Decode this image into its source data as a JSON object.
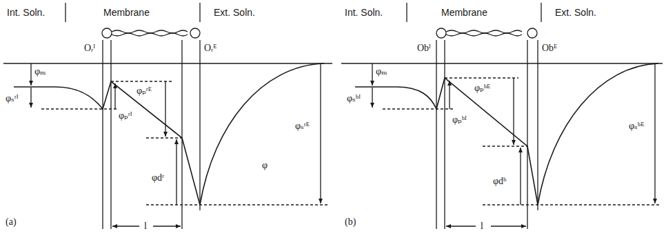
{
  "diagram": {
    "labels": [
      "Int. Soln.",
      "Membrane",
      "Ext. Soln.",
      "Oᵣᴵ",
      "Oᵣᴱ",
      "φₘ",
      "φₛʳᴵ",
      "φₚʳᴵ",
      "φₚʳᴱ",
      "φdʳ",
      "φₛʳᴱ",
      "φ",
      "(a)",
      "l",
      "Int. Soln.",
      "Membrane",
      "Ext. Soln.",
      "Obᴵ",
      "Obᴱ",
      "φₘ",
      "φₛᵇᴵ",
      "φₚᵇᴱ",
      "φₚᵇᴵ",
      "φdᵇ",
      "φₛᵇᴱ",
      "(b)",
      "l"
    ]
  }
}
